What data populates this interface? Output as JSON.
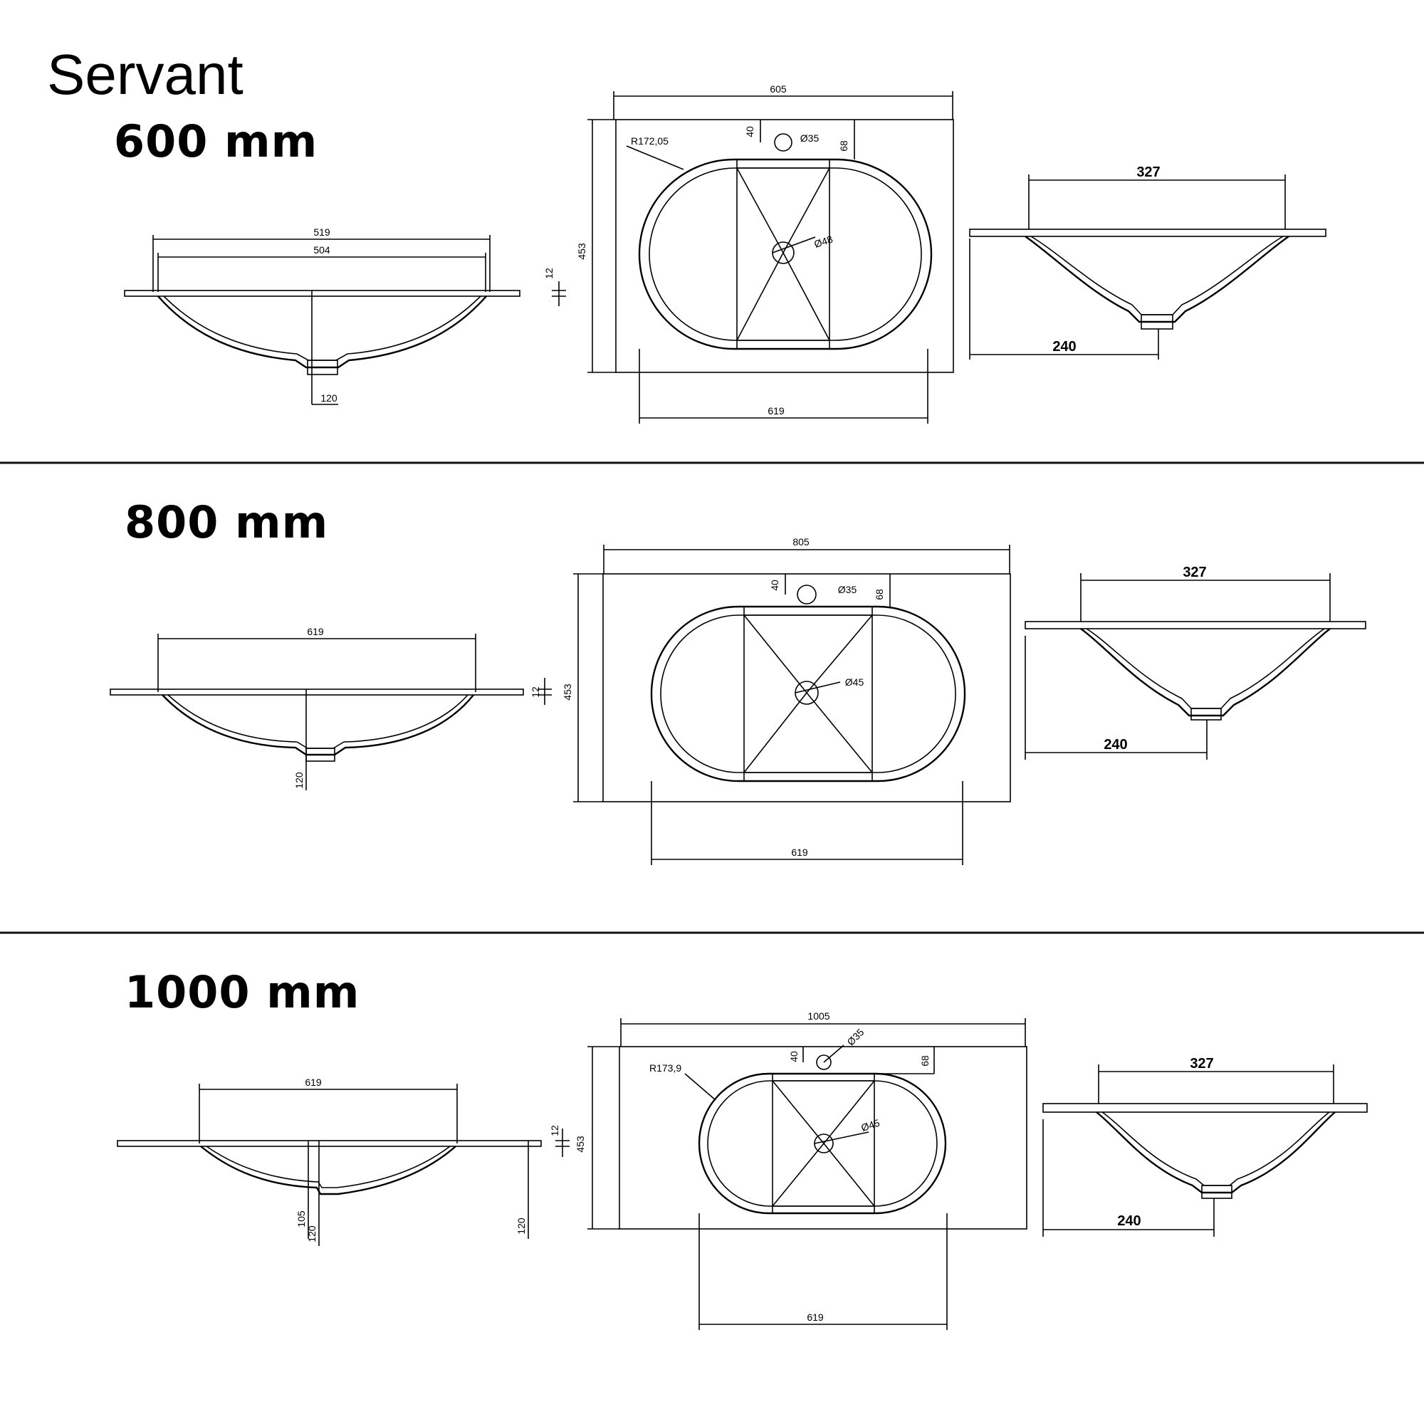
{
  "title": "Servant",
  "sections": [
    {
      "heading": "600 mm",
      "side": {
        "overall": "519",
        "inner": "504",
        "depth": "120",
        "rim": "12"
      },
      "top": {
        "width": "605",
        "depth": "453",
        "radius": "R172,05",
        "tap_hole": "Ø35",
        "tap_offset": "40",
        "back_offset": "68",
        "drain": "Ø48",
        "bowl_width": "619"
      },
      "profile": {
        "top": "327",
        "bottom": "240"
      }
    },
    {
      "heading": "800 mm",
      "side": {
        "overall": "619",
        "depth": "120",
        "rim": "12"
      },
      "top": {
        "width": "805",
        "depth": "453",
        "tap_hole": "Ø35",
        "tap_offset": "40",
        "back_offset": "68",
        "drain": "Ø45",
        "bowl_width": "619"
      },
      "profile": {
        "top": "327",
        "bottom": "240"
      }
    },
    {
      "heading": "1000 mm",
      "side": {
        "overall": "619",
        "depth_a": "105",
        "depth_b": "120",
        "depth_c": "120",
        "rim": "12"
      },
      "top": {
        "width": "1005",
        "depth": "453",
        "radius": "R173,9",
        "tap_hole": "Ø35",
        "tap_offset": "40",
        "back_offset": "68",
        "drain": "Ø45",
        "bowl_width": "619"
      },
      "profile": {
        "top": "327",
        "bottom": "240"
      }
    }
  ]
}
